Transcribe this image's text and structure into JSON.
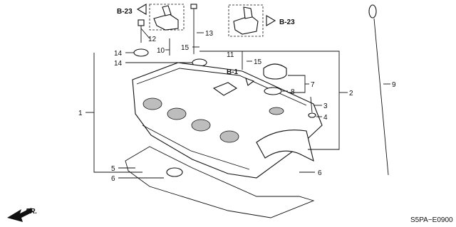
{
  "diagram_code": "S5PA−E0900",
  "direction_label": "FR.",
  "refs": {
    "b23_left": "B-23",
    "b23_right": "B-23",
    "b1": "B-1"
  },
  "callouts": {
    "c1": "1",
    "c2": "2",
    "c3": "3",
    "c4": "4",
    "c5": "5",
    "c6a": "6",
    "c6b": "6",
    "c7": "7",
    "c8": "8",
    "c9": "9",
    "c10": "10",
    "c11": "11",
    "c12": "12",
    "c13": "13",
    "c14a": "14",
    "c14b": "14",
    "c15a": "15",
    "c15b": "15"
  }
}
